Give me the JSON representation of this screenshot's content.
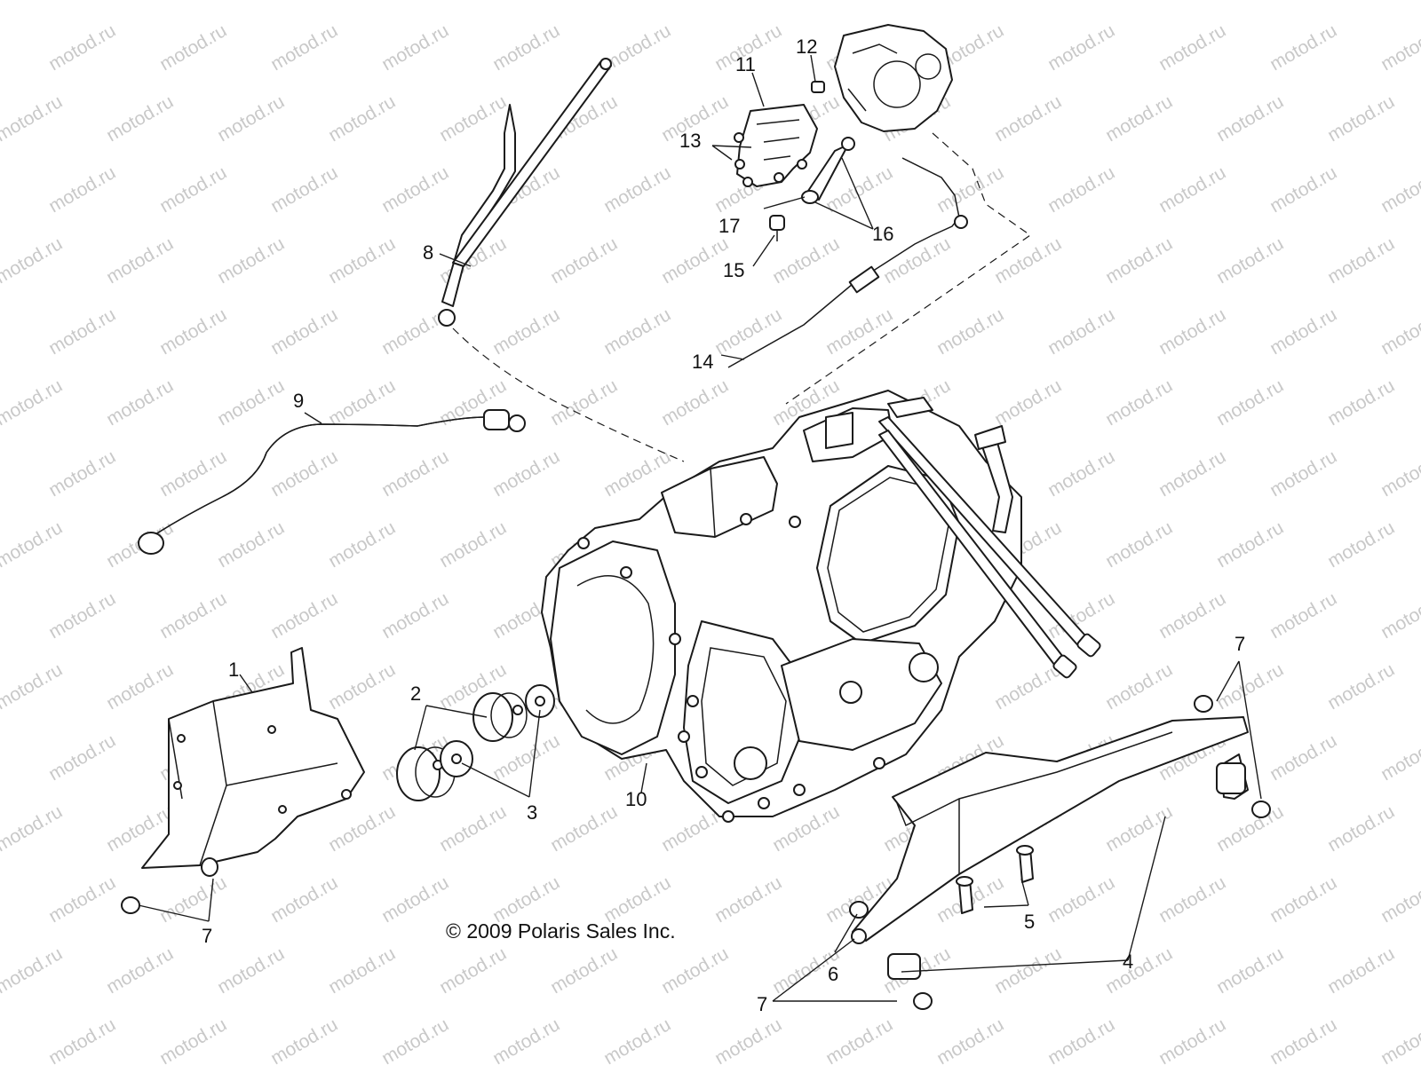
{
  "watermark": {
    "text": "motod.ru",
    "color": "#c9c9c9"
  },
  "copyright": "© 2009 Polaris Sales Inc.",
  "callouts": [
    {
      "id": "c1",
      "label": "1"
    },
    {
      "id": "c2",
      "label": "2"
    },
    {
      "id": "c3",
      "label": "3"
    },
    {
      "id": "c4",
      "label": "4"
    },
    {
      "id": "c5",
      "label": "5"
    },
    {
      "id": "c6",
      "label": "6"
    },
    {
      "id": "c7a",
      "label": "7"
    },
    {
      "id": "c7b",
      "label": "7"
    },
    {
      "id": "c7c",
      "label": "7"
    },
    {
      "id": "c8",
      "label": "8"
    },
    {
      "id": "c9",
      "label": "9"
    },
    {
      "id": "c10",
      "label": "10"
    },
    {
      "id": "c11",
      "label": "11"
    },
    {
      "id": "c12",
      "label": "12"
    },
    {
      "id": "c13",
      "label": "13"
    },
    {
      "id": "c14",
      "label": "14"
    },
    {
      "id": "c15",
      "label": "15"
    },
    {
      "id": "c16",
      "label": "16"
    },
    {
      "id": "c17",
      "label": "17"
    }
  ]
}
